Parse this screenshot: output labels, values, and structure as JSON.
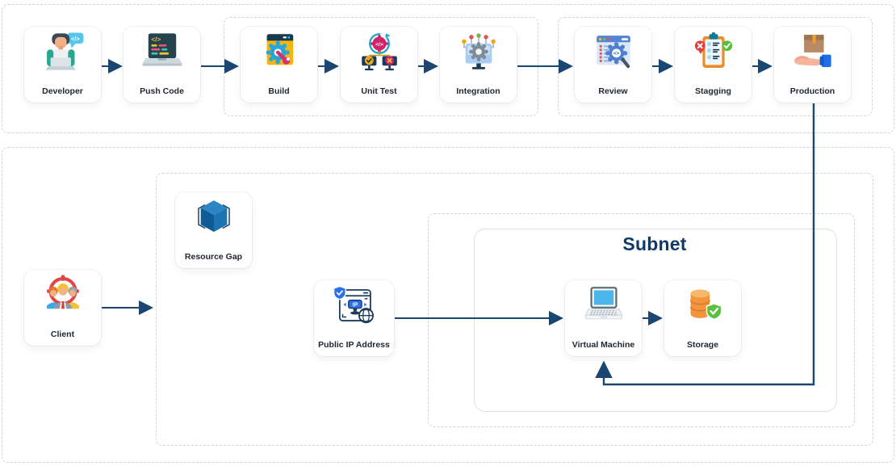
{
  "pipeline": {
    "developer": "Developer",
    "push_code": "Push Code",
    "build": "Build",
    "unit_test": "Unit Test",
    "integration": "Integration",
    "review": "Review",
    "stagging": "Stagging",
    "production": "Production"
  },
  "infra": {
    "client": "Client",
    "resource_gap": "Resource Gap",
    "public_ip_address": "Public IP Address",
    "subnet_title": "Subnet",
    "virtual_machine": "Virtual Machine",
    "storage": "Storage"
  },
  "icons": {
    "developer": "developer-person-code-bubble-icon",
    "push_code": "laptop-code-icon",
    "build": "browser-gear-wrench-icon",
    "unit_test": "code-globe-test-monitors-icon",
    "integration": "monitor-gear-nodes-icon",
    "review": "browser-list-gear-magnifier-icon",
    "stagging": "clipboard-checklist-x-check-icon",
    "production": "hand-delivering-box-icon",
    "client": "target-people-group-icon",
    "resource_gap": "blue-cube-icon",
    "public_ip_address": "browser-shield-ip-globe-icon",
    "virtual_machine": "laptop-icon",
    "storage": "database-shield-check-icon"
  },
  "colors": {
    "connector": "#1b4672",
    "subnet_title": "#0d3a6b",
    "dashed_border": "#ced4db",
    "card_background": "#ffffff",
    "label_text": "#1e2530"
  }
}
